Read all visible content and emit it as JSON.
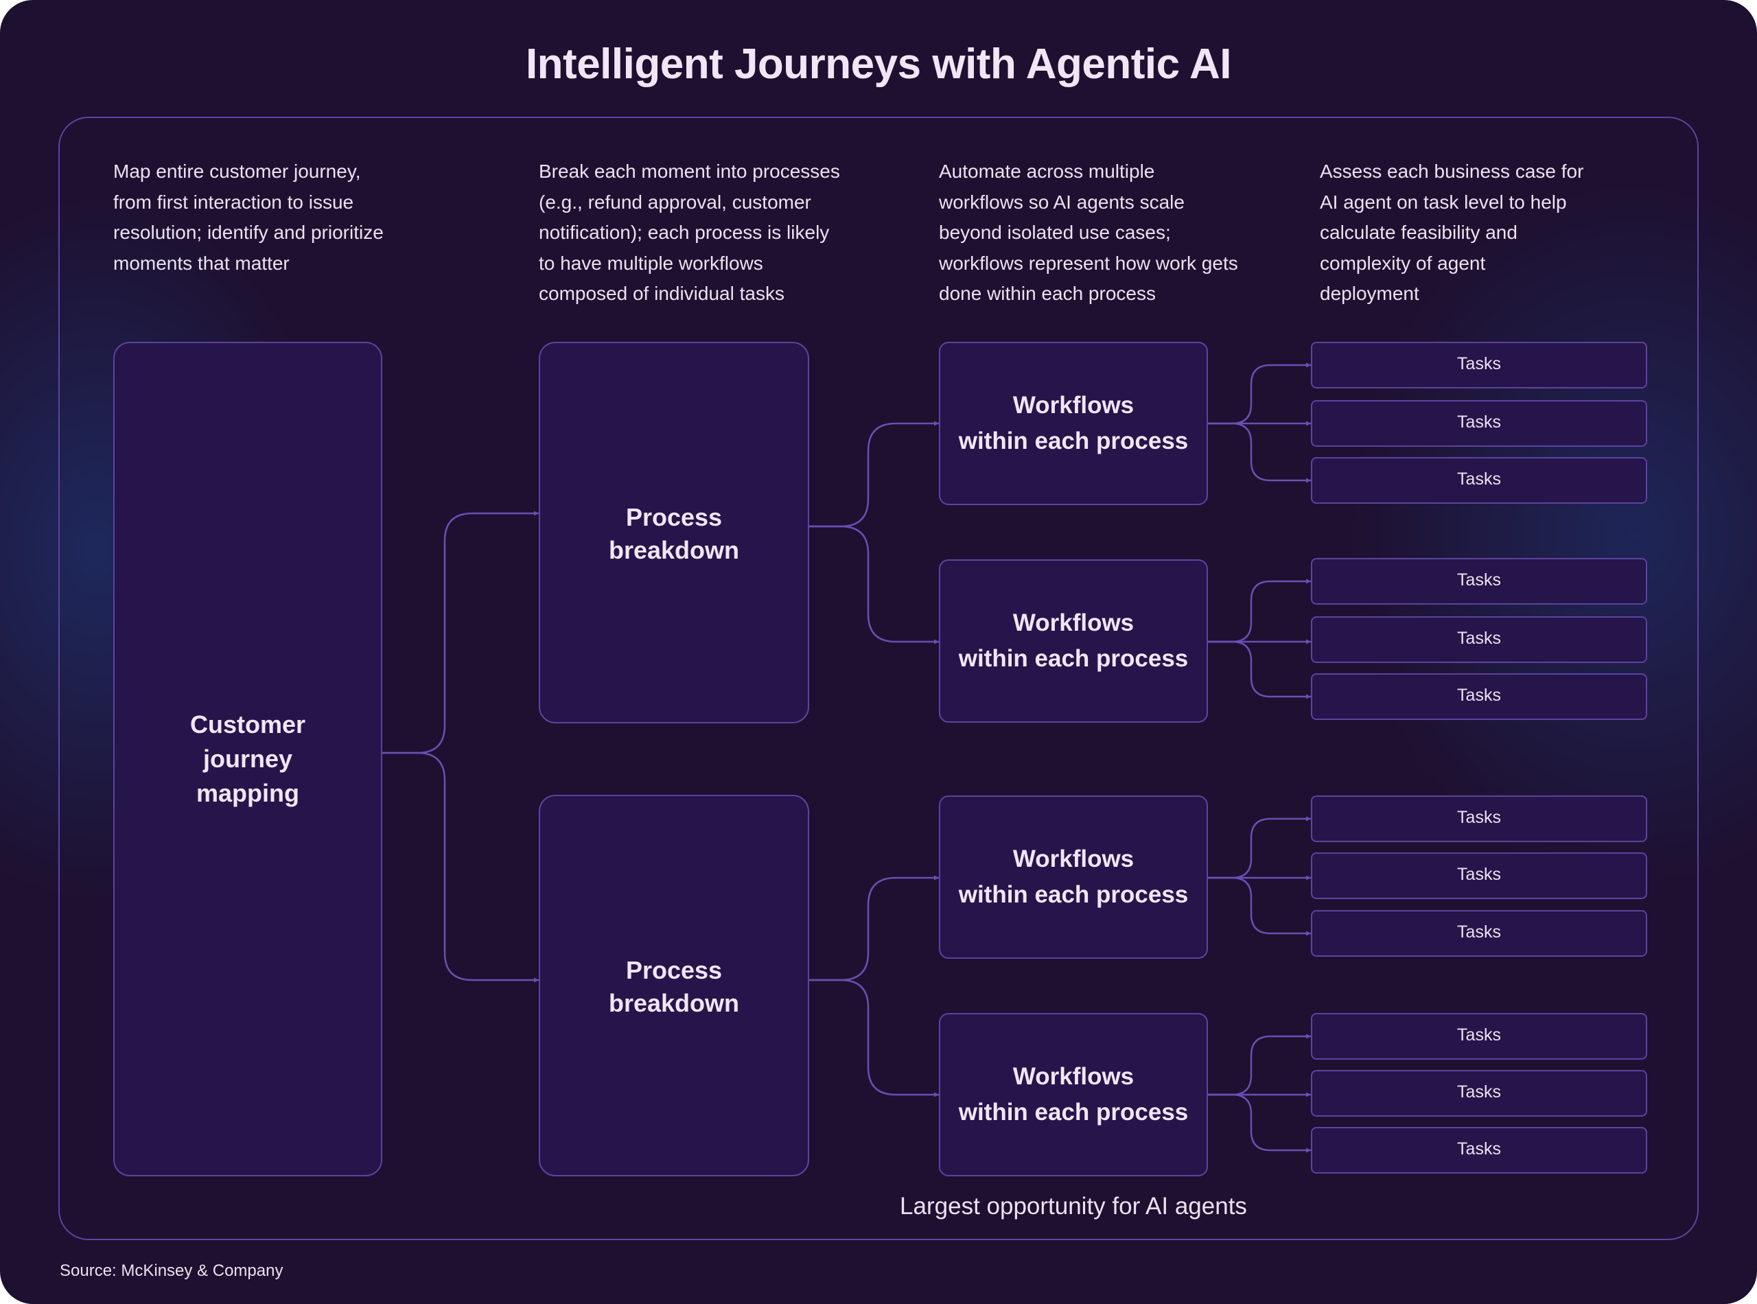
{
  "title": "Intelligent Journeys with Agentic AI",
  "descriptions": [
    "Map entire customer journey,\nfrom first interaction to issue\nresolution; identify and prioritize\nmoments that matter",
    "Break each moment into processes\n(e.g., refund approval, customer\nnotification); each process is likely\nto have multiple workflows\ncomposed of individual tasks",
    "Automate across multiple\nworkflows so AI agents scale\nbeyond isolated use cases;\nworkflows represent how work gets\ndone within each process",
    "Assess each business case for\nAI agent on task level to help\ncalculate feasibility and\ncomplexity of agent\ndeployment"
  ],
  "customer_journey": "Customer\njourney\nmapping",
  "processes": [
    "Process\nbreakdown",
    "Process\nbreakdown"
  ],
  "workflows": [
    "Workflows\nwithin each process",
    "Workflows\nwithin each process",
    "Workflows\nwithin each process",
    "Workflows\nwithin each process"
  ],
  "tasks": [
    [
      "Tasks",
      "Tasks",
      "Tasks"
    ],
    [
      "Tasks",
      "Tasks",
      "Tasks"
    ],
    [
      "Tasks",
      "Tasks",
      "Tasks"
    ],
    [
      "Tasks",
      "Tasks",
      "Tasks"
    ]
  ],
  "opportunity_label": "Largest opportunity for AI agents",
  "source": "Source: McKinsey & Company",
  "colors": {
    "background": "#1e1030",
    "card_fill": "#25154a",
    "stroke": "#5c43a0",
    "text": "#f1e6f5"
  }
}
